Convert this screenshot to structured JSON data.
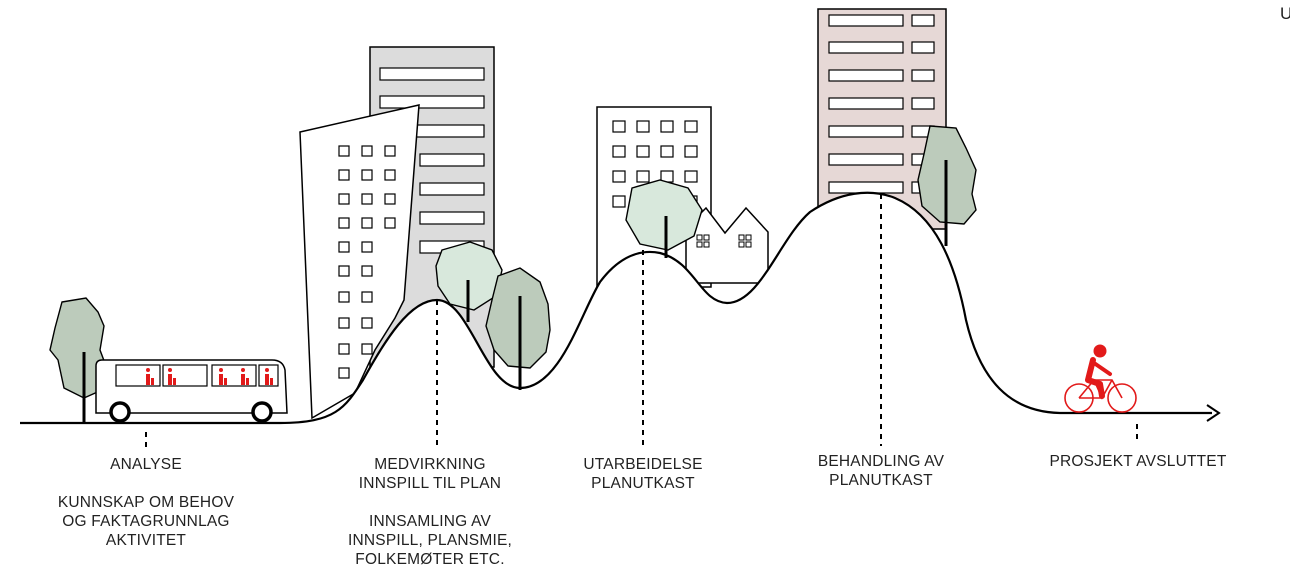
{
  "colors": {
    "line": "#000000",
    "tree_light": "#d8e8dc",
    "tree_mid": "#bccbbb",
    "tower_grey": "#dcdcdc",
    "tower_pink": "#e6d8d6",
    "accent_red": "#e21a1a"
  },
  "stages": [
    {
      "lines": [
        "ANALYSE"
      ],
      "sublines": [
        "KUNNSKAP OM BEHOV",
        "OG FAKTAGRUNNLAG",
        "AKTIVITET"
      ]
    },
    {
      "lines": [
        "MEDVIRKNING",
        "INNSPILL TIL PLAN"
      ],
      "sublines": [
        "INNSAMLING AV",
        "INNSPILL, PLANSMIE,",
        "FOLKEMØTER ETC."
      ]
    },
    {
      "lines": [
        "UTARBEIDELSE",
        "PLANUTKAST"
      ]
    },
    {
      "lines": [
        "BEHANDLING AV",
        "PLANUTKAST"
      ]
    },
    {
      "lines": [
        "PROSJEKT AVSLUTTET"
      ]
    }
  ],
  "edge_text": "U",
  "icons": [
    "bus-icon",
    "cyclist-icon",
    "tree-icon",
    "building-icon",
    "house-icon"
  ]
}
